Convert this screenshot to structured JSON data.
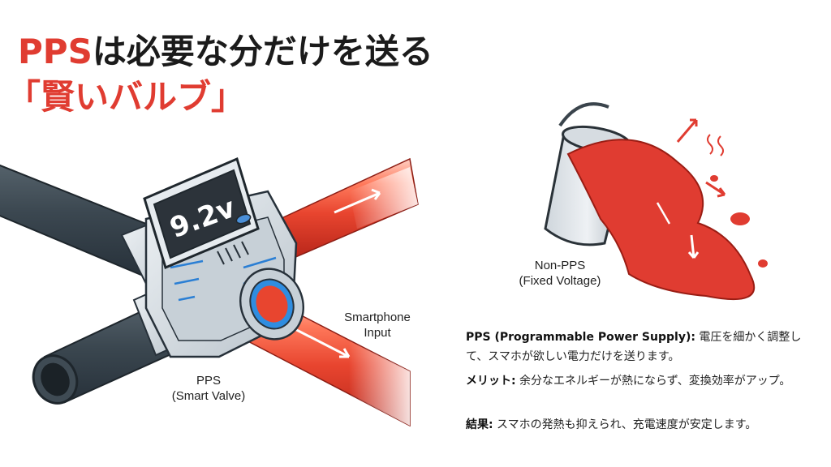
{
  "title": {
    "accent_part": "PPS",
    "rest_part": "は必要な分だけを送る",
    "line2": "「賢いバルブ」"
  },
  "device": {
    "display_value": "9.2v"
  },
  "labels": {
    "pps_line1": "PPS",
    "pps_line2": "(Smart Valve)",
    "smartphone_line1": "Smartphone",
    "smartphone_line2": "Input",
    "nonpps_line1": "Non-PPS",
    "nonpps_line2": "(Fixed Voltage)"
  },
  "description": [
    {
      "term": "PPS (Programmable Power Supply):",
      "text": " 電圧を細かく調整して、スマホが欲しい電力だけを送ります。"
    },
    {
      "term": "メリット:",
      "text": " 余分なエネルギーが熱にならず、変換効率がアップ。"
    },
    {
      "term": "結果:",
      "text": " スマホの発熱も抑えられ、充電速度が安定します。"
    }
  ],
  "colors": {
    "accent": "#e03c31",
    "pipe_dark": "#3f4b54",
    "glow_red": "#e8452f",
    "device_body": "#dfe5ea",
    "screen": "#2c333a"
  }
}
